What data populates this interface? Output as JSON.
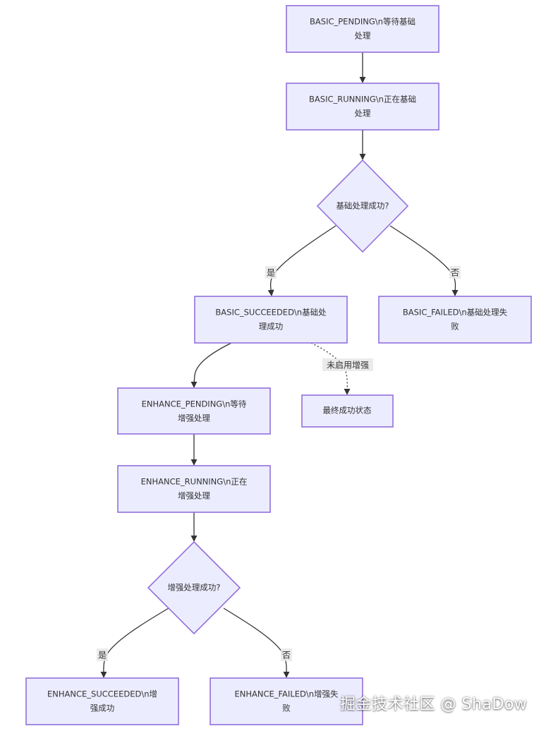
{
  "colors": {
    "node_fill": "#ECECFF",
    "node_stroke": "#9370DB",
    "edge": "#333333",
    "text": "#333333"
  },
  "nodes": {
    "basic_pending": [
      "BASIC_PENDING\\n等待基础",
      "处理"
    ],
    "basic_running": [
      "BASIC_RUNNING\\n正在基础",
      "处理"
    ],
    "basic_decision": [
      "基础处理成功?"
    ],
    "basic_succeeded": [
      "BASIC_SUCCEEDED\\n基础处",
      "理成功"
    ],
    "basic_failed": [
      "BASIC_FAILED\\n基础处理失",
      "败"
    ],
    "final_success": [
      "最终成功状态"
    ],
    "enhance_pending": [
      "ENHANCE_PENDING\\n等待",
      "增强处理"
    ],
    "enhance_running": [
      "ENHANCE_RUNNING\\n正在",
      "增强处理"
    ],
    "enhance_decision": [
      "增强处理成功?"
    ],
    "enhance_succeeded": [
      "ENHANCE_SUCCEEDED\\n增",
      "强成功"
    ],
    "enhance_failed": [
      "ENHANCE_FAILED\\n增强失",
      "败"
    ]
  },
  "edge_labels": {
    "basic_yes": "是",
    "basic_no": "否",
    "enhance_disabled": "未启用增强",
    "enhance_yes": "是",
    "enhance_no": "否"
  },
  "watermark": "掘金技术社区 @ ShaDow"
}
